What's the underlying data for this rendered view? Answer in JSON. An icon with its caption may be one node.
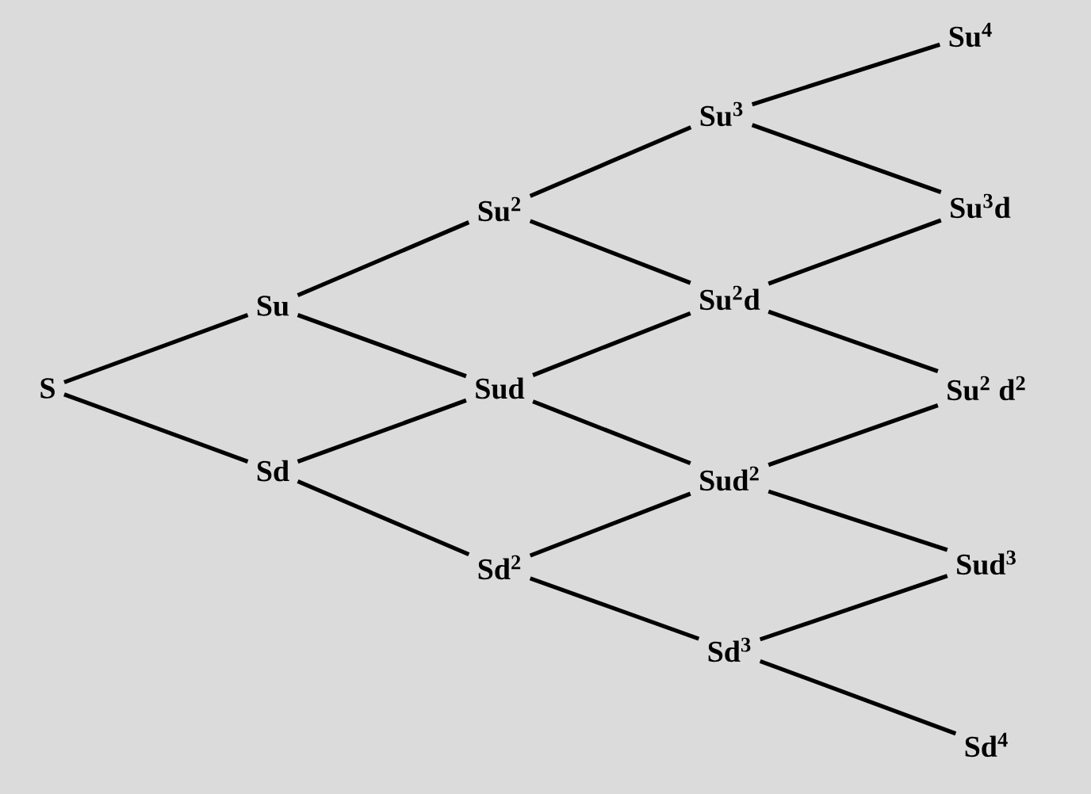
{
  "diagram": {
    "nodes": [
      {
        "text": [
          "S"
        ]
      },
      {
        "text": [
          "Su"
        ]
      },
      {
        "text": [
          "Sd"
        ]
      },
      {
        "text": [
          "Su$^{2}$"
        ]
      },
      {
        "text": [
          "Sud"
        ]
      },
      {
        "text": [
          "Sd$^{2}$"
        ]
      },
      {
        "text": [
          "Su$^{3}$"
        ]
      },
      {
        "text": [
          "Su$^{2}$d"
        ]
      },
      {
        "text": [
          "Sud$^{2}$"
        ]
      },
      {
        "text": [
          "Sd$^{3}$"
        ]
      },
      {
        "text": [
          "Su$^{4}$"
        ]
      },
      {
        "text": [
          "Su$^{3}$d"
        ]
      },
      {
        "text": [
          "Su$^{2}$ d$^{2}$"
        ]
      },
      {
        "text": [
          "Sud$^{3}$"
        ]
      },
      {
        "text": [
          "Sd$^{4}$"
        ]
      }
    ],
    "edges": [
      {
        "from": 0,
        "to": 1,
        "arrow": "none"
      },
      {
        "from": 0,
        "to": 2,
        "arrow": "none"
      },
      {
        "from": 1,
        "to": 3,
        "arrow": "none"
      },
      {
        "from": 1,
        "to": 4,
        "arrow": "none"
      },
      {
        "from": 2,
        "to": 4,
        "arrow": "none"
      },
      {
        "from": 2,
        "to": 5,
        "arrow": "none"
      },
      {
        "from": 3,
        "to": 6,
        "arrow": "none"
      },
      {
        "from": 3,
        "to": 7,
        "arrow": "none"
      },
      {
        "from": 4,
        "to": 7,
        "arrow": "none"
      },
      {
        "from": 4,
        "to": 8,
        "arrow": "none"
      },
      {
        "from": 5,
        "to": 8,
        "arrow": "none"
      },
      {
        "from": 5,
        "to": 9,
        "arrow": "none"
      },
      {
        "from": 6,
        "to": 10,
        "arrow": "none"
      },
      {
        "from": 6,
        "to": 11,
        "arrow": "none"
      },
      {
        "from": 7,
        "to": 11,
        "arrow": "none"
      },
      {
        "from": 7,
        "to": 12,
        "arrow": "none"
      },
      {
        "from": 8,
        "to": 12,
        "arrow": "none"
      },
      {
        "from": 8,
        "to": 13,
        "arrow": "none"
      },
      {
        "from": 9,
        "to": 13,
        "arrow": "none"
      },
      {
        "from": 9,
        "to": 14,
        "arrow": "none"
      }
    ]
  }
}
